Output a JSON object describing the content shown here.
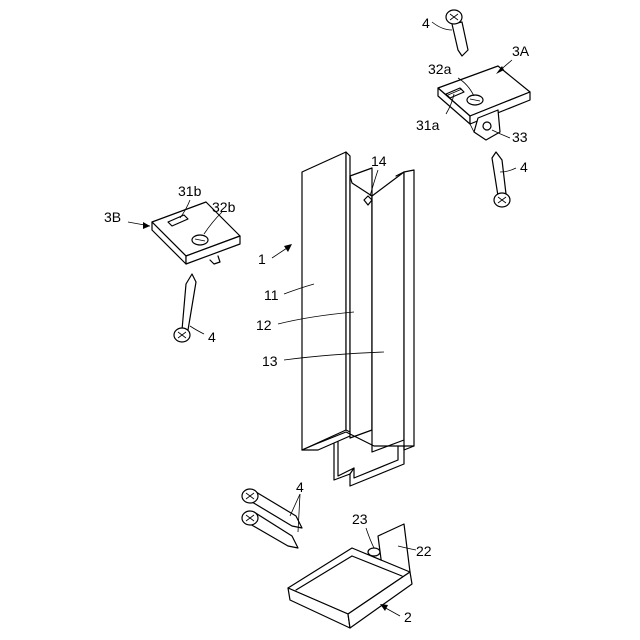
{
  "labels": {
    "screw_top": "4",
    "bracket_a": "3A",
    "hole_32a": "32a",
    "slot_31a": "31a",
    "tab_33": "33",
    "screw_right": "4",
    "notch_14": "14",
    "bracket_b": "3B",
    "slot_31b": "31b",
    "hole_32b": "32b",
    "rail_1": "1",
    "face_11": "11",
    "face_12": "12",
    "face_13": "13",
    "screw_left": "4",
    "screws_pair": "4",
    "hole_23": "23",
    "plate_22": "22",
    "base_2": "2"
  }
}
